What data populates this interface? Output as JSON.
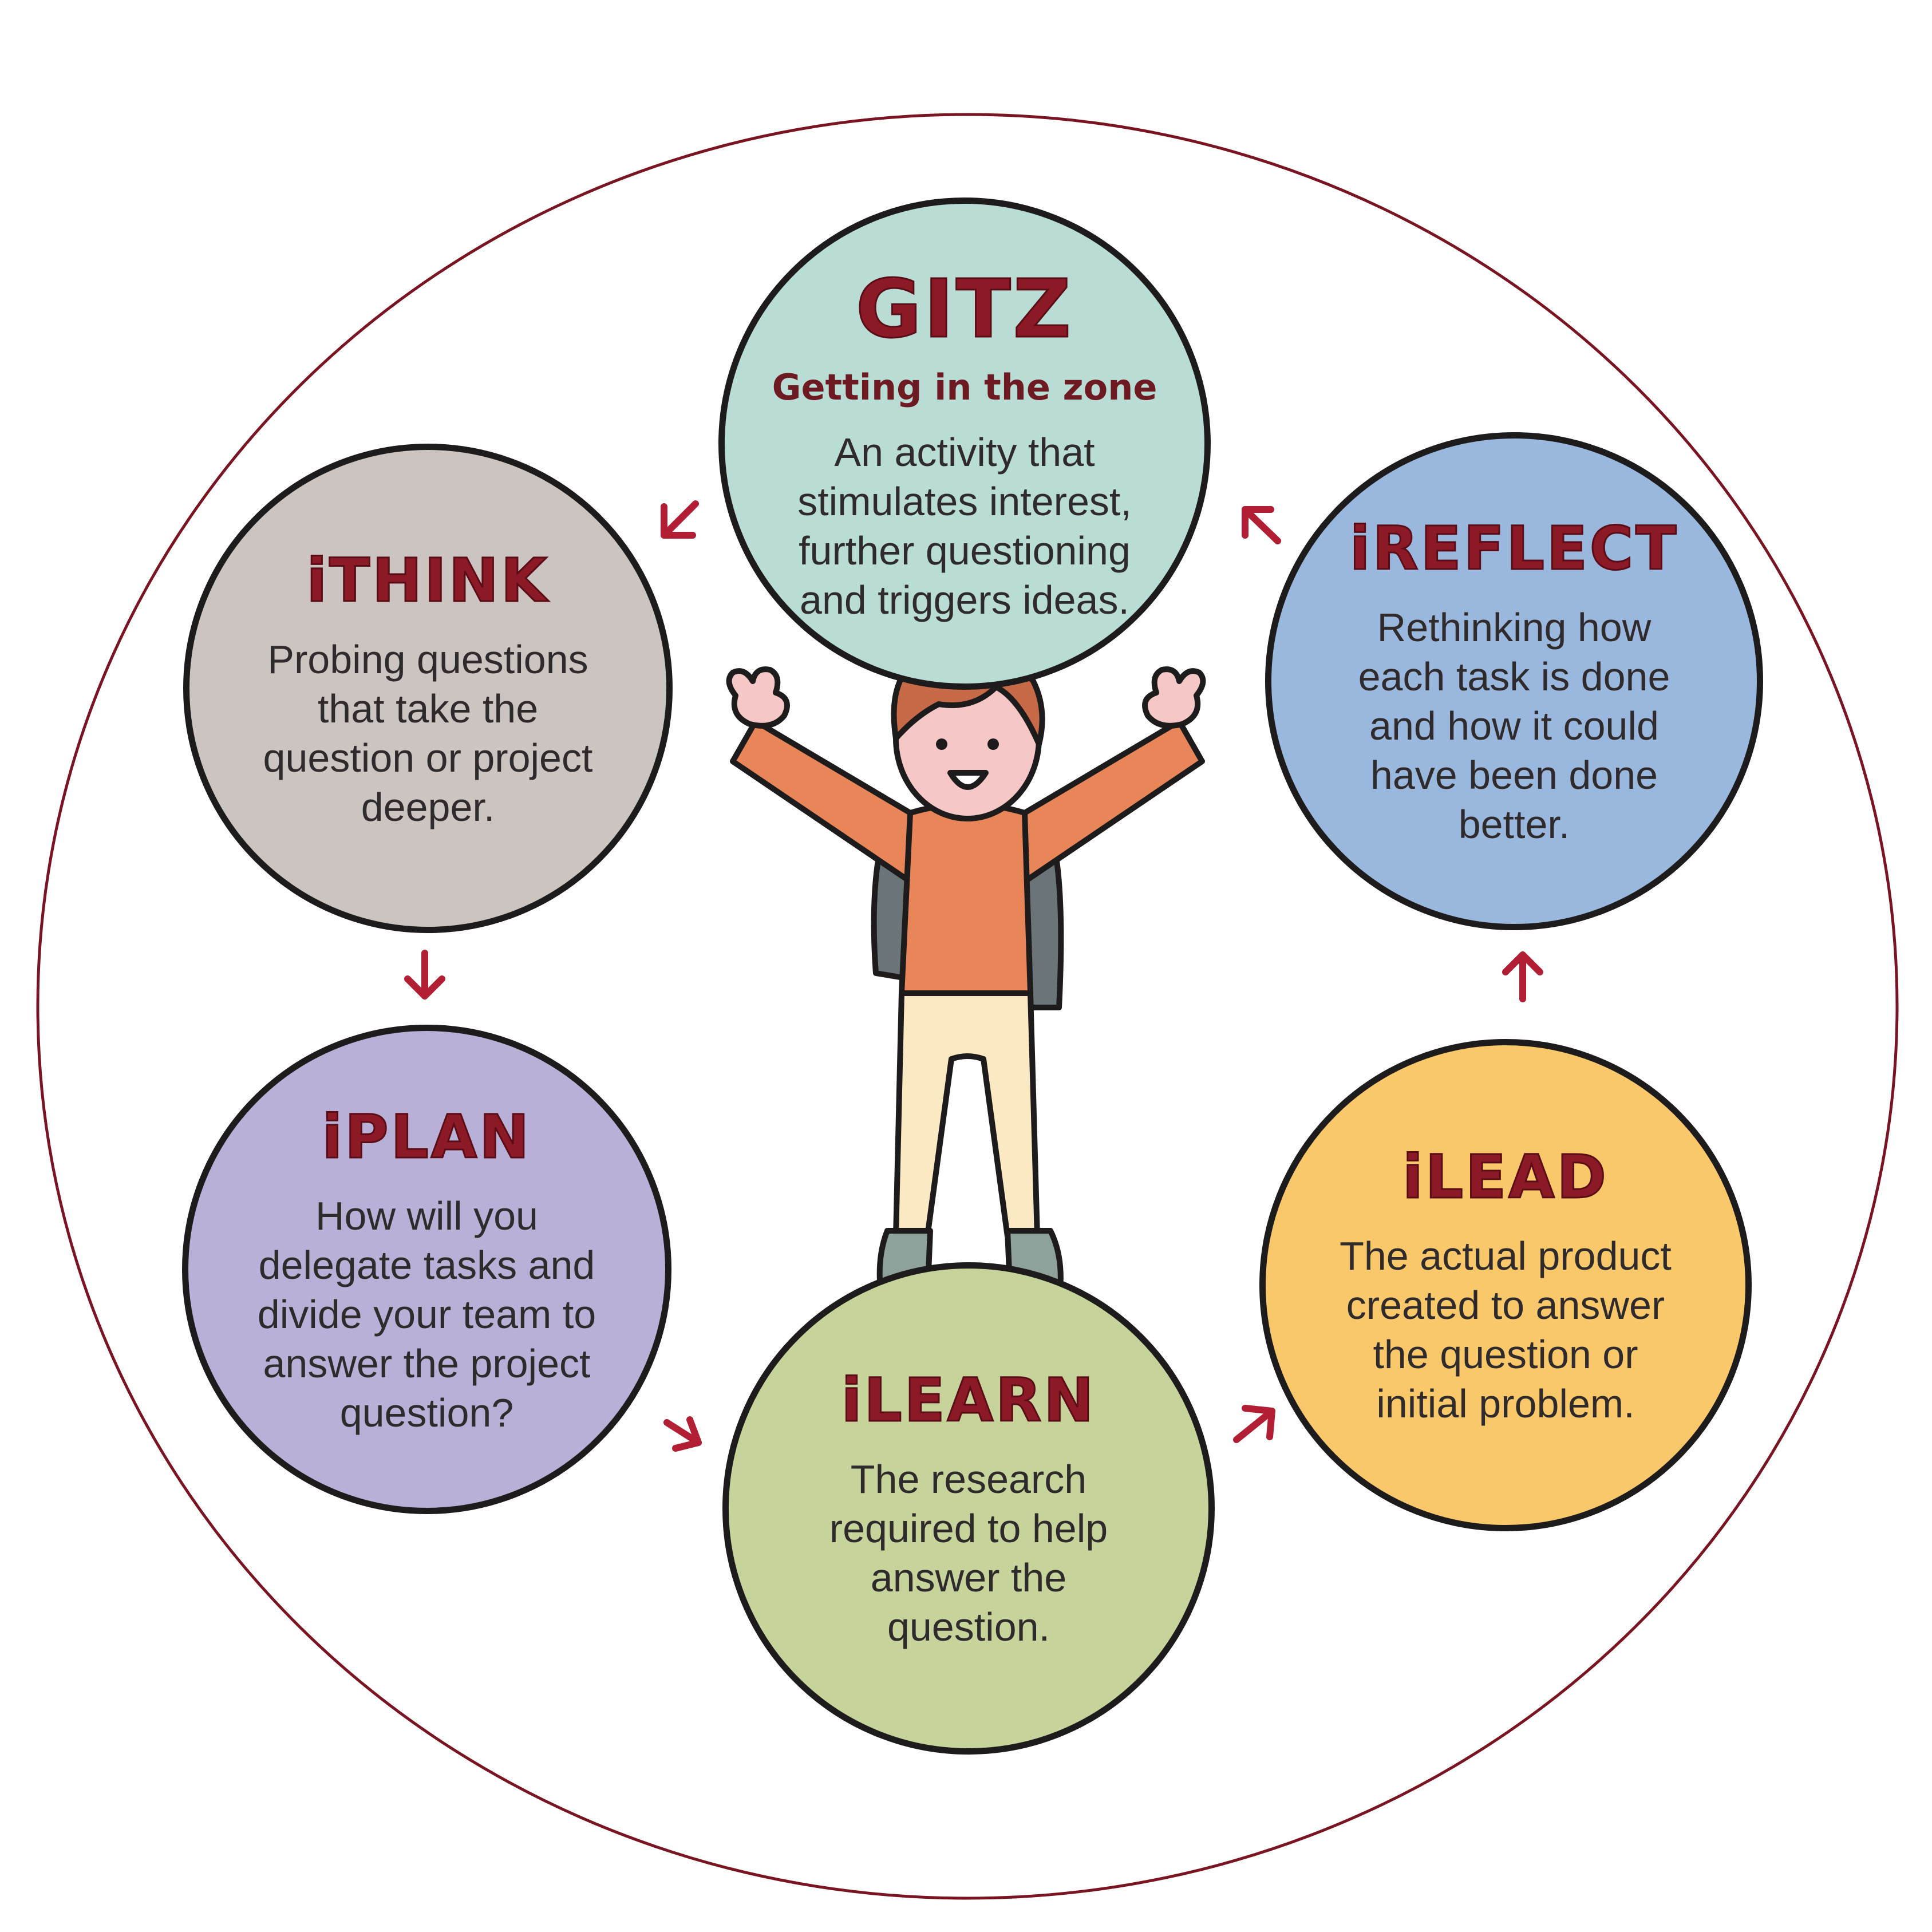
{
  "nodes": {
    "gitz": {
      "title": "GITZ",
      "subtitle": "Getting in the zone",
      "lines": [
        "An activity that",
        "stimulates interest,",
        "further questioning",
        "and triggers ideas."
      ]
    },
    "ithink": {
      "title": "iTHINK",
      "lines": [
        "Probing questions",
        "that take the",
        "question or project",
        "deeper."
      ]
    },
    "iplan": {
      "title": "iPLAN",
      "lines": [
        "How will you",
        "delegate tasks and",
        "divide your team to",
        "answer the project",
        "question?"
      ]
    },
    "ilearn": {
      "title": "iLEARN",
      "lines": [
        "The research",
        "required to help",
        "answer the",
        "question."
      ]
    },
    "ilead": {
      "title": "iLEAD",
      "lines": [
        "The actual product",
        "created to answer",
        "the question or",
        "initial problem."
      ]
    },
    "ireflect": {
      "title": "iREFLECT",
      "lines": [
        "Rethinking how",
        "each task is done",
        "and how it could",
        "have been done",
        "better."
      ]
    }
  },
  "colors": {
    "accent": "#8b1a26",
    "outline": "#1e1b1c",
    "gitz": "#b9dcd4",
    "ithink": "#cbc4c1",
    "iplan": "#b8b0d6",
    "ilearn": "#c6d39b",
    "ilead": "#f8c86a",
    "ireflect": "#9ab7dd",
    "arrow": "#b21f35"
  },
  "illustration": "child-with-raised-arms"
}
